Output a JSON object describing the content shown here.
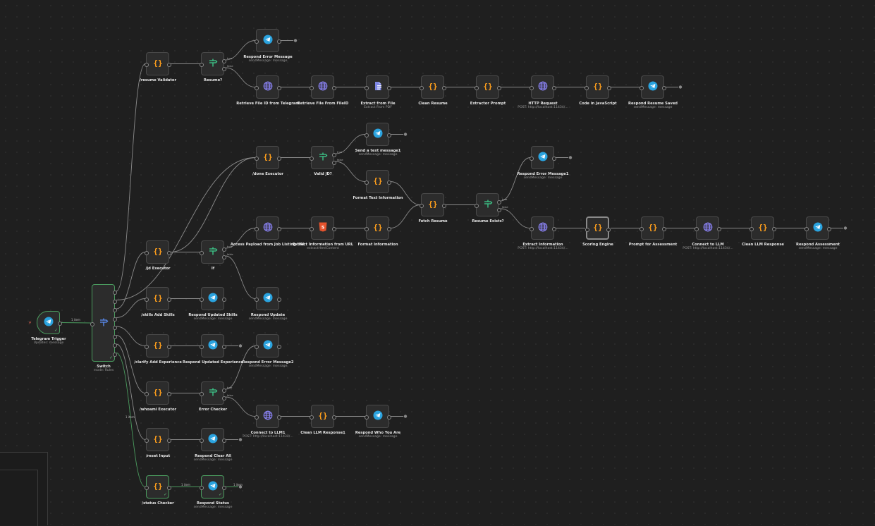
{
  "colors": {
    "canvas": "#1f1f1f",
    "node": "#2c2c2c",
    "wire": "#8a8a8a",
    "wire_active": "#4a9b5e",
    "code_icon": "#ff9f1c",
    "telegram_icon": "#2aa3df",
    "http_icon": "#8a82f4",
    "router_icon": "#3ecf8e"
  },
  "nodes": [
    {
      "id": "trigger",
      "label": "Telegram Trigger",
      "sub": "Updates: message",
      "icon": "telegram-icon",
      "kind": "trigger"
    },
    {
      "id": "switch",
      "label": "Switch",
      "sub": "mode: Rules",
      "icon": "switch-icon",
      "kind": "switch"
    },
    {
      "id": "resume_validator",
      "label": "/resume Validator",
      "icon": "code-icon"
    },
    {
      "id": "resume_q",
      "label": "Resume?",
      "icon": "if-icon",
      "branches": [
        "true",
        "false"
      ]
    },
    {
      "id": "respond_error",
      "label": "Respond Error Message",
      "sub": "sendMessage: message",
      "icon": "telegram-icon"
    },
    {
      "id": "retrieve_file_id",
      "label": "Retrieve File ID from Telegram",
      "icon": "globe-icon"
    },
    {
      "id": "retrieve_file",
      "label": "Retrieve File From FileID",
      "icon": "globe-icon"
    },
    {
      "id": "extract_file",
      "label": "Extract from File",
      "sub": "Extract From PDF",
      "icon": "file-icon"
    },
    {
      "id": "clean_resume",
      "label": "Clean Resume",
      "icon": "code-icon"
    },
    {
      "id": "extractor_prompt",
      "label": "Extractor Prompt",
      "icon": "code-icon"
    },
    {
      "id": "http_request",
      "label": "HTTP Request",
      "sub": "POST: http://localhost:11434/...",
      "icon": "globe-icon"
    },
    {
      "id": "code_js",
      "label": "Code in JavaScript",
      "icon": "code-icon"
    },
    {
      "id": "respond_saved",
      "label": "Respond Resume Saved",
      "sub": "sendMessage: message",
      "icon": "telegram-icon"
    },
    {
      "id": "done_executor",
      "label": "/done Executor",
      "icon": "code-icon"
    },
    {
      "id": "valid_jd",
      "label": "Valid JD?",
      "icon": "if-icon",
      "branches": [
        "true",
        "false"
      ]
    },
    {
      "id": "send_text1",
      "label": "Send a text message1",
      "sub": "sendMessage: message",
      "icon": "telegram-icon"
    },
    {
      "id": "format_text",
      "label": "Format Text Information",
      "icon": "code-icon"
    },
    {
      "id": "fetch_resume",
      "label": "Fetch Resume",
      "icon": "code-icon"
    },
    {
      "id": "resume_exists",
      "label": "Resume Exists?",
      "icon": "if-icon",
      "branches": [
        "true",
        "false"
      ]
    },
    {
      "id": "respond_error1",
      "label": "Respond Error Message1",
      "sub": "sendMessage: message",
      "icon": "telegram-icon"
    },
    {
      "id": "extract_info",
      "label": "Extract Information",
      "sub": "POST: http://localhost:11434/...",
      "icon": "globe-icon"
    },
    {
      "id": "scoring",
      "label": "Scoring Engine",
      "icon": "code-icon",
      "selected": true
    },
    {
      "id": "prompt_assess",
      "label": "Prompt for Assessment",
      "icon": "code-icon"
    },
    {
      "id": "connect_llm",
      "label": "Connect to LLM",
      "sub": "POST: http://localhost:11434/...",
      "icon": "globe-icon"
    },
    {
      "id": "clean_llm",
      "label": "Clean LLM Response",
      "icon": "code-icon"
    },
    {
      "id": "respond_assess",
      "label": "Respond Assessment",
      "sub": "sendMessage: message",
      "icon": "telegram-icon"
    },
    {
      "id": "jd_executor",
      "label": "/jd Executor",
      "icon": "code-icon"
    },
    {
      "id": "if",
      "label": "If",
      "icon": "if-icon",
      "branches": [
        "true",
        "false"
      ]
    },
    {
      "id": "access_payload",
      "label": "Access Payload from Job Listing URL",
      "icon": "globe-icon"
    },
    {
      "id": "extract_url",
      "label": "Extract Information from URL",
      "sub": "extractHtmlContent",
      "icon": "html-icon"
    },
    {
      "id": "format_info",
      "label": "Format Information",
      "icon": "code-icon"
    },
    {
      "id": "skills_add",
      "label": "/skills Add Skills",
      "icon": "code-icon"
    },
    {
      "id": "respond_skills",
      "label": "Respond Updated Skills",
      "sub": "sendMessage: message",
      "icon": "telegram-icon"
    },
    {
      "id": "respond_update",
      "label": "Respond Update",
      "sub": "sendMessage: message",
      "icon": "telegram-icon"
    },
    {
      "id": "clarify_add",
      "label": "/clarify Add Experience",
      "icon": "code-icon"
    },
    {
      "id": "respond_exp",
      "label": "Respond Updated Experience",
      "icon": "telegram-icon"
    },
    {
      "id": "respond_error2",
      "label": "Respond Error Message2",
      "sub": "sendMessage: message",
      "icon": "telegram-icon"
    },
    {
      "id": "whoami",
      "label": "/whoami Executor",
      "icon": "code-icon"
    },
    {
      "id": "error_checker",
      "label": "Error Checker",
      "icon": "if-icon",
      "branches": [
        "true",
        "false"
      ]
    },
    {
      "id": "connect_llm1",
      "label": "Connect to LLM1",
      "sub": "POST: http://localhost:11434/...",
      "icon": "globe-icon"
    },
    {
      "id": "clean_llm1",
      "label": "Clean LLM Response1",
      "icon": "code-icon"
    },
    {
      "id": "respond_who",
      "label": "Respond Who You Are",
      "sub": "sendMessage: message",
      "icon": "telegram-icon"
    },
    {
      "id": "reset",
      "label": "/reset Input",
      "icon": "code-icon"
    },
    {
      "id": "respond_clear",
      "label": "Respond Clear All",
      "sub": "sendMessage: message",
      "icon": "telegram-icon"
    },
    {
      "id": "status_checker",
      "label": "/status Checker",
      "icon": "code-icon",
      "done": true
    },
    {
      "id": "respond_status",
      "label": "Respond Status",
      "sub": "sendMessage: message",
      "icon": "telegram-icon",
      "done": true
    }
  ],
  "edge_labels": {
    "trigger_switch": "1 item",
    "switch_status": "1 item",
    "status_respond": "1 item",
    "respond_out": "1 item"
  }
}
